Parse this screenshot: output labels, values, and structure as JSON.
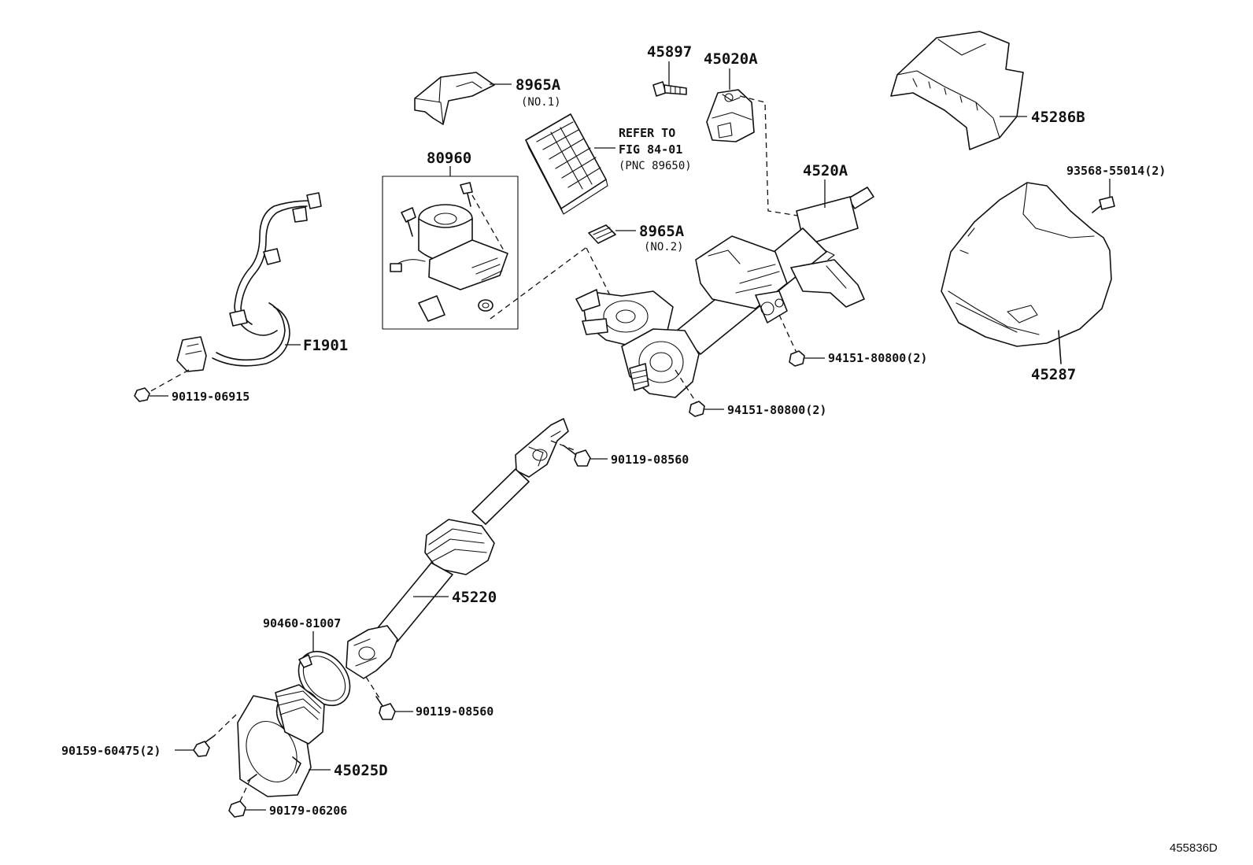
{
  "labels": {
    "p8965A_1": "8965A",
    "p8965A_1_note": "(NO.1)",
    "p80960": "80960",
    "refer1": "REFER TO",
    "refer2": "FIG 84-01",
    "refer3": "(PNC 89650)",
    "p8965A_2": "8965A",
    "p8965A_2_note": "(NO.2)",
    "p45897": "45897",
    "p45020A": "45020A",
    "p45286B": "45286B",
    "p93568": "93568-55014(2)",
    "p4520A": "4520A",
    "p45287": "45287",
    "pF1901": "F1901",
    "p90119_06915": "90119-06915",
    "p94151_a": "94151-80800(2)",
    "p94151_b": "94151-80800(2)",
    "p90119_08560_a": "90119-08560",
    "p45220": "45220",
    "p90460": "90460-81007",
    "p90119_08560_b": "90119-08560",
    "p90159": "90159-60475(2)",
    "p45025D": "45025D",
    "p90179": "90179-06206",
    "ref_code": "455836D"
  }
}
